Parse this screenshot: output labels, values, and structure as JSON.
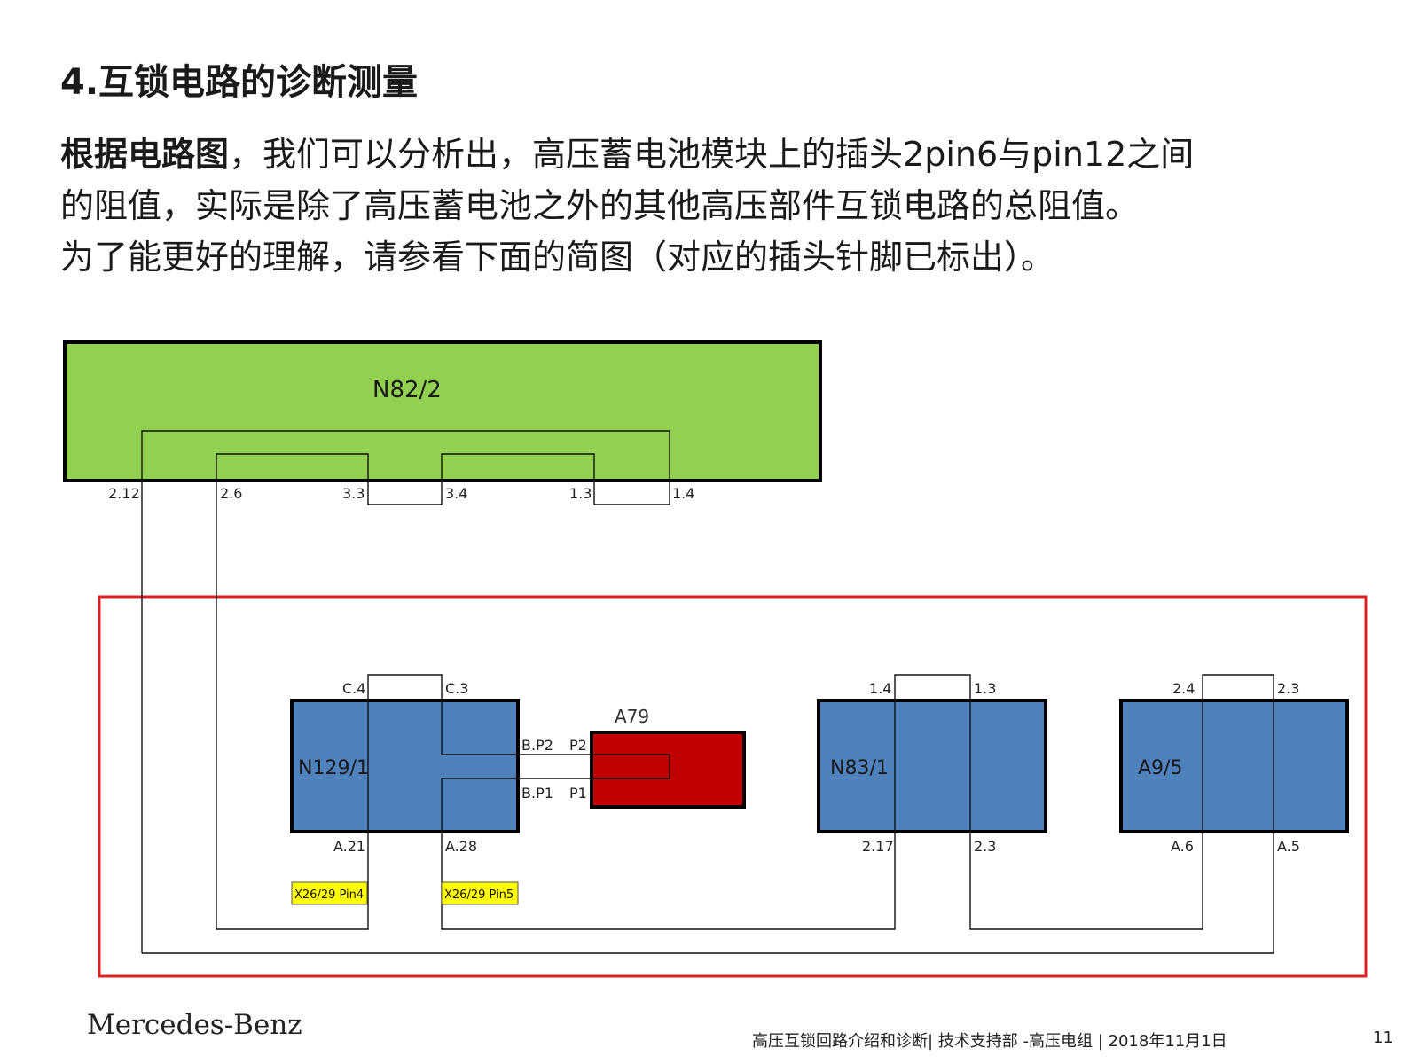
{
  "heading": "4.互锁电路的诊断测量",
  "paragraph": {
    "lead": "根据电路图",
    "line1_rest": "，我们可以分析出，高压蓄电池模块上的插头2pin6与pin12之间",
    "line2": "的阻值，实际是除了高压蓄电池之外的其他高压部件互锁电路的总阻值。",
    "line3": "为了能更好的理解，请参看下面的简图（对应的插头针脚已标出）。"
  },
  "diagram": {
    "modules": {
      "n82": "N82/2",
      "n129": "N129/1",
      "a79": "A79",
      "n83": "N83/1",
      "a9": "A9/5"
    },
    "pins": {
      "n82_212": "2.12",
      "n82_26": "2.6",
      "n82_33": "3.3",
      "n82_34": "3.4",
      "n82_13": "1.3",
      "n82_14": "1.4",
      "n129_c4": "C.4",
      "n129_c3": "C.3",
      "n129_bp2": "B.P2",
      "n129_bp1": "B.P1",
      "n129_a21": "A.21",
      "n129_a28": "A.28",
      "a79_p2": "P2",
      "a79_p1": "P1",
      "n83_14": "1.4",
      "n83_13": "1.3",
      "n83_217": "2.17",
      "n83_23": "2.3",
      "a9_24": "2.4",
      "a9_23": "2.3",
      "a9_a6": "A.6",
      "a9_a5": "A.5"
    },
    "connector_labels": {
      "pin4": "X26/29 Pin4",
      "pin5": "X26/29 Pin5"
    },
    "colors": {
      "n82_fill": "#92d050",
      "blue_fill": "#4f81bd",
      "a79_fill": "#c00000",
      "connector_fill": "#ffff00",
      "highlight_border": "#e02020"
    }
  },
  "footer": {
    "brand": "Mercedes-Benz",
    "text": "高压互锁回路介绍和诊断| 技术支持部 -高压电组 | 2018年11月1日",
    "page": "11"
  }
}
